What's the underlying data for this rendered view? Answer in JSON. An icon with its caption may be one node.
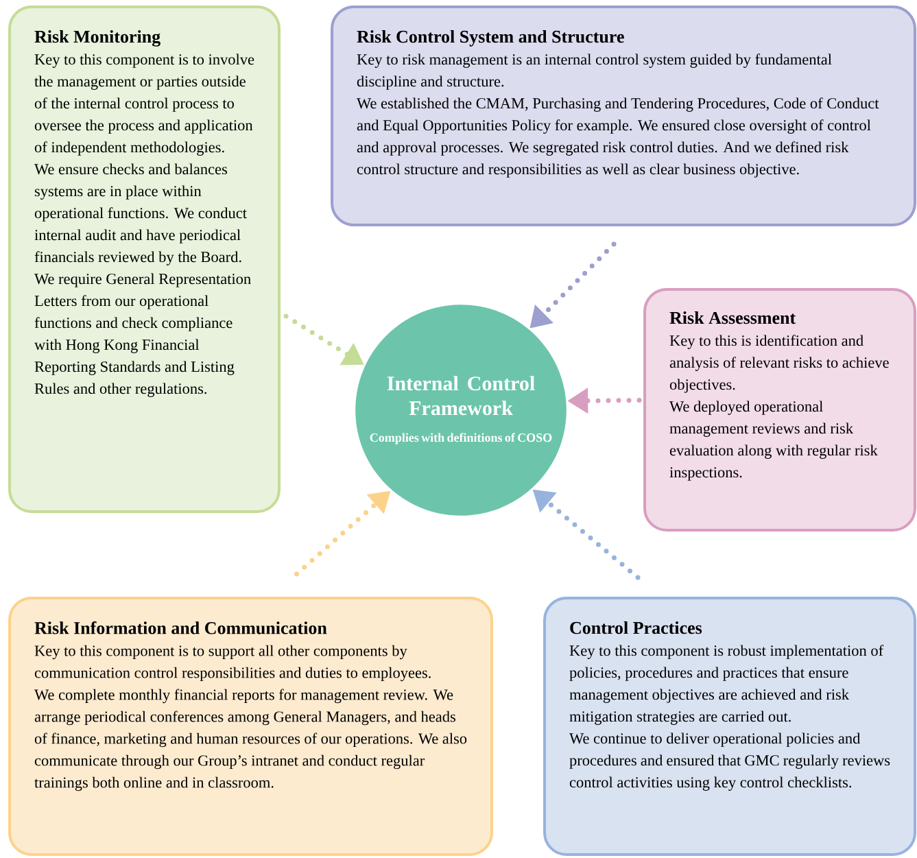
{
  "diagram": {
    "nodes": [
      {
        "text": [
          "Risk Monitoring",
          "Key to this component is to involve the management or parties outside of the internal control process to oversee the process and application of independent methodologies.",
          "We ensure checks and balances systems are in place within operational functions. We conduct internal audit and have periodical financials reviewed by the Board. We require General Representation Letters from our operational functions and check compliance with Hong Kong Financial Reporting Standards and Listing Rules and other regulations."
        ]
      },
      {
        "text": [
          "Risk Control System and Structure",
          "Key to risk management is an internal control system guided by fundamental discipline and structure.",
          "We established the CMAM, Purchasing and Tendering Procedures, Code of Conduct and Equal Opportunities Policy for example. We ensured close oversight of control and approval processes. We segregated risk control duties. And we defined risk control structure and responsibilities as well as clear business objective."
        ]
      },
      {
        "text": [
          "Internal Control Framework",
          "Complies with definitions of COSO"
        ]
      },
      {
        "text": [
          "Risk Assessment",
          "Key to this is identification and analysis of relevant risks to achieve objectives.",
          "We deployed operational management reviews and risk evaluation along with regular risk inspections."
        ]
      },
      {
        "text": [
          "Risk Information and Communication",
          "Key to this component is to support all other components by communication control responsibilities and duties to employees.",
          "We complete monthly financial reports for management review. We arrange periodical conferences among General Managers, and heads of finance, marketing and human resources of our operations. We also communicate through our Group’s intranet and conduct regular trainings both online and in classroom."
        ]
      },
      {
        "text": [
          "Control Practices",
          "Key to this component is robust implementation of policies, procedures and practices that ensure management objectives are achieved and risk mitigation strategies are carried out.",
          "We continue to deliver operational policies and procedures and ensured that GMC regularly reviews control activities using key control checklists."
        ]
      }
    ],
    "edges": [
      {
        "from": 0,
        "to": 2,
        "arrow": "to",
        "style": "dashed",
        "color": "#c5dc96"
      },
      {
        "from": 1,
        "to": 2,
        "arrow": "to",
        "style": "dashed",
        "color": "#9c9fd0"
      },
      {
        "from": 3,
        "to": 2,
        "arrow": "to",
        "style": "dashed",
        "color": "#d89ec0"
      },
      {
        "from": 4,
        "to": 2,
        "arrow": "to",
        "style": "dashed",
        "color": "#fcd28a"
      },
      {
        "from": 5,
        "to": 2,
        "arrow": "to",
        "style": "dashed",
        "color": "#97b3dd"
      }
    ]
  }
}
